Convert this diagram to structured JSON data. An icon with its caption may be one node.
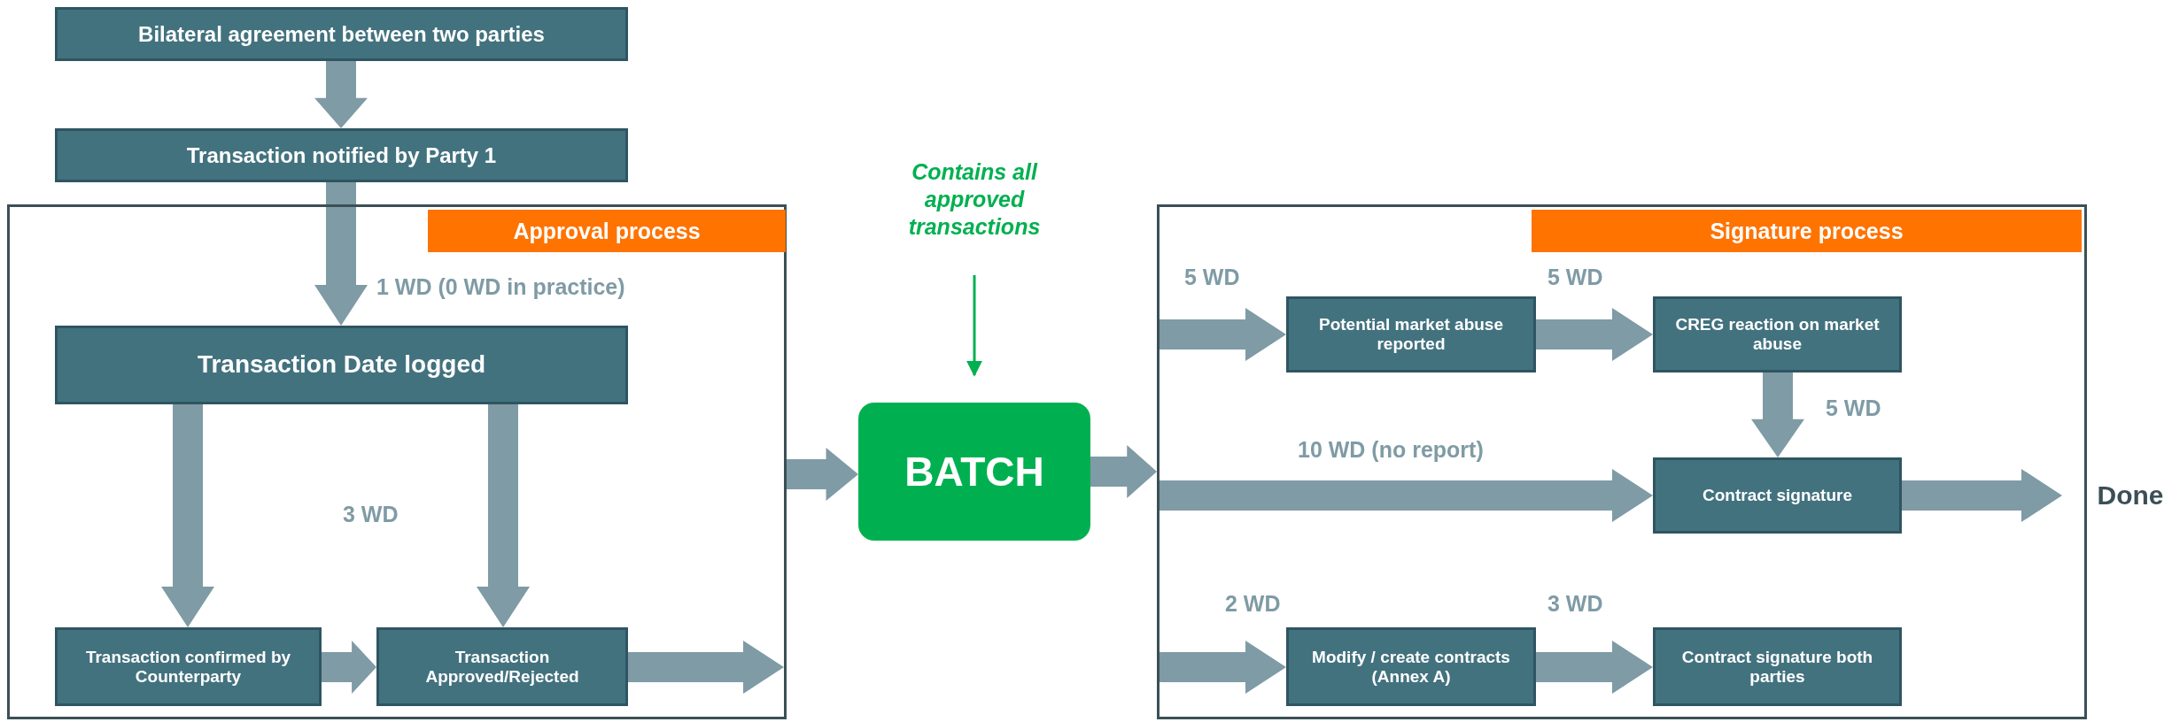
{
  "diagram": {
    "nodes": [
      {
        "text": [
          "Bilateral agreement between two parties"
        ]
      },
      {
        "text": [
          "Transaction notified by Party 1"
        ]
      },
      {
        "text": [
          "Approval process"
        ]
      },
      {
        "text": [
          "Transaction Date logged"
        ],
        "in": 2
      },
      {
        "text": [
          "Transaction confirmed by Counterparty"
        ],
        "in": 2
      },
      {
        "text": [
          "Transaction Approved/Rejected"
        ],
        "in": 2
      },
      {
        "text": [
          "BATCH"
        ]
      },
      {
        "text": [
          "Signature process"
        ]
      },
      {
        "text": [
          "Potential market abuse reported"
        ],
        "in": 7
      },
      {
        "text": [
          "CREG reaction on market abuse"
        ],
        "in": 7
      },
      {
        "text": [
          "Contract signature"
        ],
        "in": 7
      },
      {
        "text": [
          "Modify / create contracts (Annex A)"
        ],
        "in": 7
      },
      {
        "text": [
          "Contract signature both parties"
        ],
        "in": 7
      },
      {
        "text": [
          "Done"
        ]
      },
      {
        "text": [
          "Contains all approved transactions"
        ]
      }
    ],
    "edges": [
      {
        "from": 0,
        "to": 1,
        "arrow": "to"
      },
      {
        "from": 1,
        "to": 3,
        "arrow": "to",
        "label": "1 WD (0 WD in practice)"
      },
      {
        "from": 3,
        "to": 4,
        "arrow": "to"
      },
      {
        "from": 3,
        "to": 5,
        "arrow": "to"
      },
      {
        "from": 4,
        "to": 5,
        "arrow": "to"
      },
      {
        "from": 5,
        "to": null,
        "arrow": "to"
      },
      {
        "from": 2,
        "to": 6,
        "arrow": "to"
      },
      {
        "from": 6,
        "to": 7,
        "arrow": "to"
      },
      {
        "from": 7,
        "to": 8,
        "arrow": "to",
        "label": "5 WD"
      },
      {
        "from": 8,
        "to": 9,
        "arrow": "to",
        "label": "5 WD"
      },
      {
        "from": 9,
        "to": 10,
        "arrow": "to",
        "label": "5 WD"
      },
      {
        "from": 7,
        "to": 10,
        "arrow": "to",
        "label": "10 WD (no report)"
      },
      {
        "from": 10,
        "to": 13,
        "arrow": "to"
      },
      {
        "from": 7,
        "to": 11,
        "arrow": "to",
        "label": "2 WD"
      },
      {
        "from": 11,
        "to": 12,
        "arrow": "to",
        "label": "3 WD"
      },
      {
        "from": 14,
        "to": 6,
        "arrow": "to",
        "color": "#00b050"
      }
    ],
    "labels": [
      "3 WD"
    ]
  }
}
